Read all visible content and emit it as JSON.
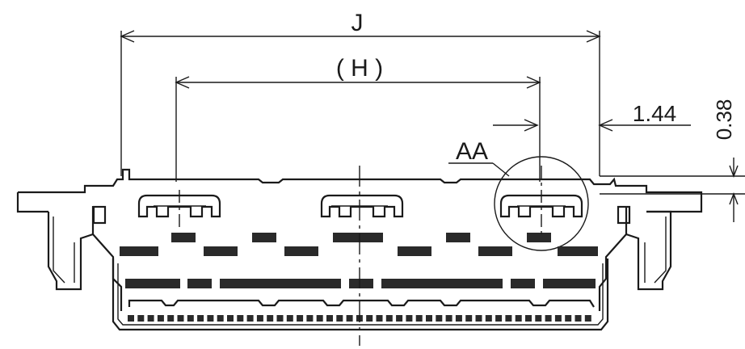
{
  "drawing": {
    "dimensions": {
      "j_label": "J",
      "h_label": "( H )",
      "pitch_label": "1.44",
      "height_label": "0.38",
      "detail_label": "AA"
    }
  }
}
